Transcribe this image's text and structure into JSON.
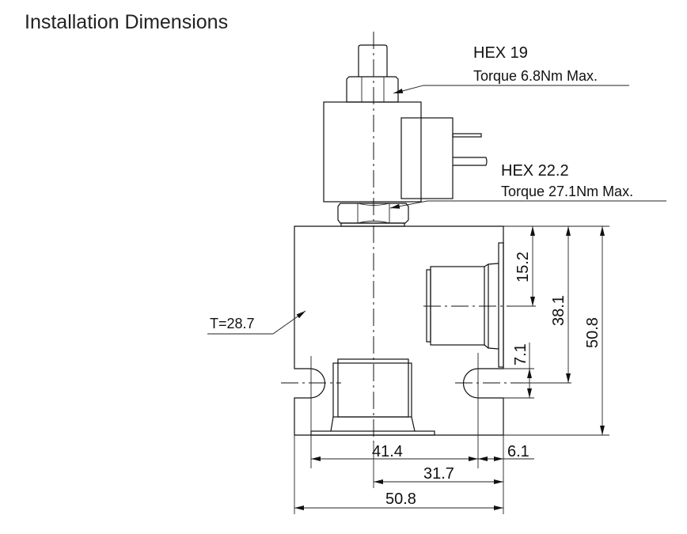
{
  "title": "Installation Dimensions",
  "callouts": {
    "hex_top": {
      "label": "HEX 19",
      "torque": "Torque 6.8Nm Max."
    },
    "hex_bottom": {
      "label": "HEX 22.2",
      "torque": "Torque 27.1Nm Max."
    },
    "thickness": "T=28.7"
  },
  "dimensions": {
    "horizontal": {
      "d1": "41.4",
      "d2": "6.1",
      "d3": "31.7",
      "d4": "50.8"
    },
    "vertical": {
      "d1": "15.2",
      "d2": "38.1",
      "d3": "50.8",
      "d4": "7.1"
    }
  }
}
